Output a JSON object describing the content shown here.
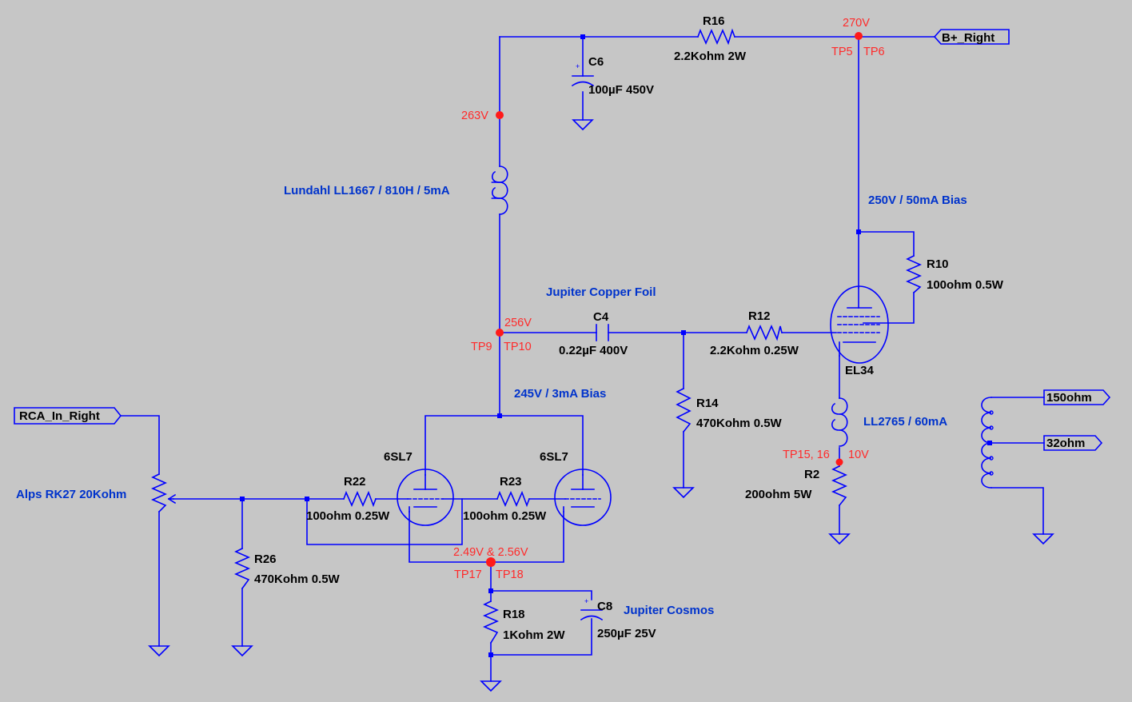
{
  "ports": {
    "input": "RCA_In_Right",
    "supply": "B+_Right",
    "out_150": "150ohm",
    "out_32": "32ohm"
  },
  "components": {
    "R16": {
      "ref": "R16",
      "value": "2.2Kohm 2W"
    },
    "C6": {
      "ref": "C6",
      "value": "100µF 450V"
    },
    "choke": {
      "value": "Lundahl LL1667 / 810H / 5mA"
    },
    "C4": {
      "ref": "C4",
      "value": "0.22µF 400V",
      "note": "Jupiter Copper Foil"
    },
    "R12": {
      "ref": "R12",
      "value": "2.2Kohm 0.25W"
    },
    "R10": {
      "ref": "R10",
      "value": "100ohm 0.5W"
    },
    "tube_power": {
      "ref": "EL34"
    },
    "R14": {
      "ref": "R14",
      "value": "470Kohm 0.5W"
    },
    "transformer": {
      "value": "LL2765 / 60mA"
    },
    "R2": {
      "ref": "R2",
      "value": "200ohm 5W"
    },
    "tube_left": {
      "ref": "6SL7"
    },
    "tube_right": {
      "ref": "6SL7"
    },
    "R22": {
      "ref": "R22",
      "value": "100ohm 0.25W"
    },
    "R23": {
      "ref": "R23",
      "value": "100ohm 0.25W"
    },
    "pot": {
      "value": "Alps RK27 20Kohm"
    },
    "R26": {
      "ref": "R26",
      "value": "470Kohm 0.5W"
    },
    "R18": {
      "ref": "R18",
      "value": "1Kohm 2W"
    },
    "C8": {
      "ref": "C8",
      "value": "250µF 25V",
      "note": "Jupiter Cosmos"
    }
  },
  "bias_notes": {
    "power": "250V / 50mA Bias",
    "driver": "245V / 3mA Bias"
  },
  "test_points": {
    "supply_voltage": "270V",
    "supply_tp_a": "TP5",
    "supply_tp_b": "TP6",
    "choke_top_voltage": "263V",
    "driver_plate_voltage": "256V",
    "driver_plate_tp_a": "TP9",
    "driver_plate_tp_b": "TP10",
    "cathode_power_tp": "TP15, 16",
    "cathode_power_voltage": "10V",
    "cathode_driver_voltage": "2.49V & 2.56V",
    "cathode_driver_tp_a": "TP17",
    "cathode_driver_tp_b": "TP18"
  },
  "colors": {
    "background": "#c6c6c6",
    "wire": "#0000ff",
    "probe": "#ff1a1a",
    "note_text": "#0033cc"
  }
}
